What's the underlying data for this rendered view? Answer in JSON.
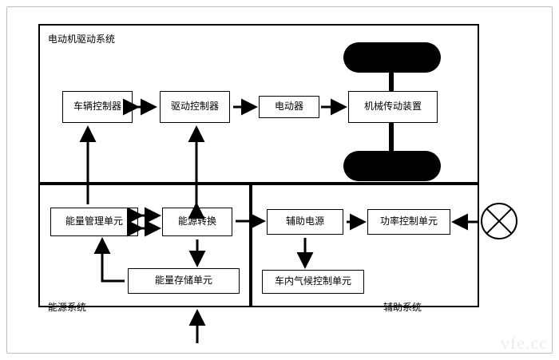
{
  "diagram": {
    "regions": [
      {
        "id": "drive",
        "label": "电动机驱动系统"
      },
      {
        "id": "energy",
        "label": "能源系统"
      },
      {
        "id": "aux",
        "label": "辅助系统"
      }
    ],
    "boxes": [
      {
        "id": "vehicle-controller",
        "label": "车辆控制器"
      },
      {
        "id": "drive-controller",
        "label": "驱动控制器"
      },
      {
        "id": "motor",
        "label": "电动器"
      },
      {
        "id": "mech-transmission",
        "label": "机械传动装置"
      },
      {
        "id": "energy-management-unit",
        "label": "能量管理单元"
      },
      {
        "id": "energy-conversion",
        "label": "能源转换"
      },
      {
        "id": "energy-storage-unit",
        "label": "能量存储单元"
      },
      {
        "id": "aux-power",
        "label": "辅助电源"
      },
      {
        "id": "power-control-unit",
        "label": "功率控制单元"
      },
      {
        "id": "climate-control-unit",
        "label": "车内气候控制单元"
      }
    ],
    "symbols": [
      {
        "id": "external-source",
        "name": "crossed-circle-icon"
      }
    ],
    "watermark": "vfe.cc"
  }
}
